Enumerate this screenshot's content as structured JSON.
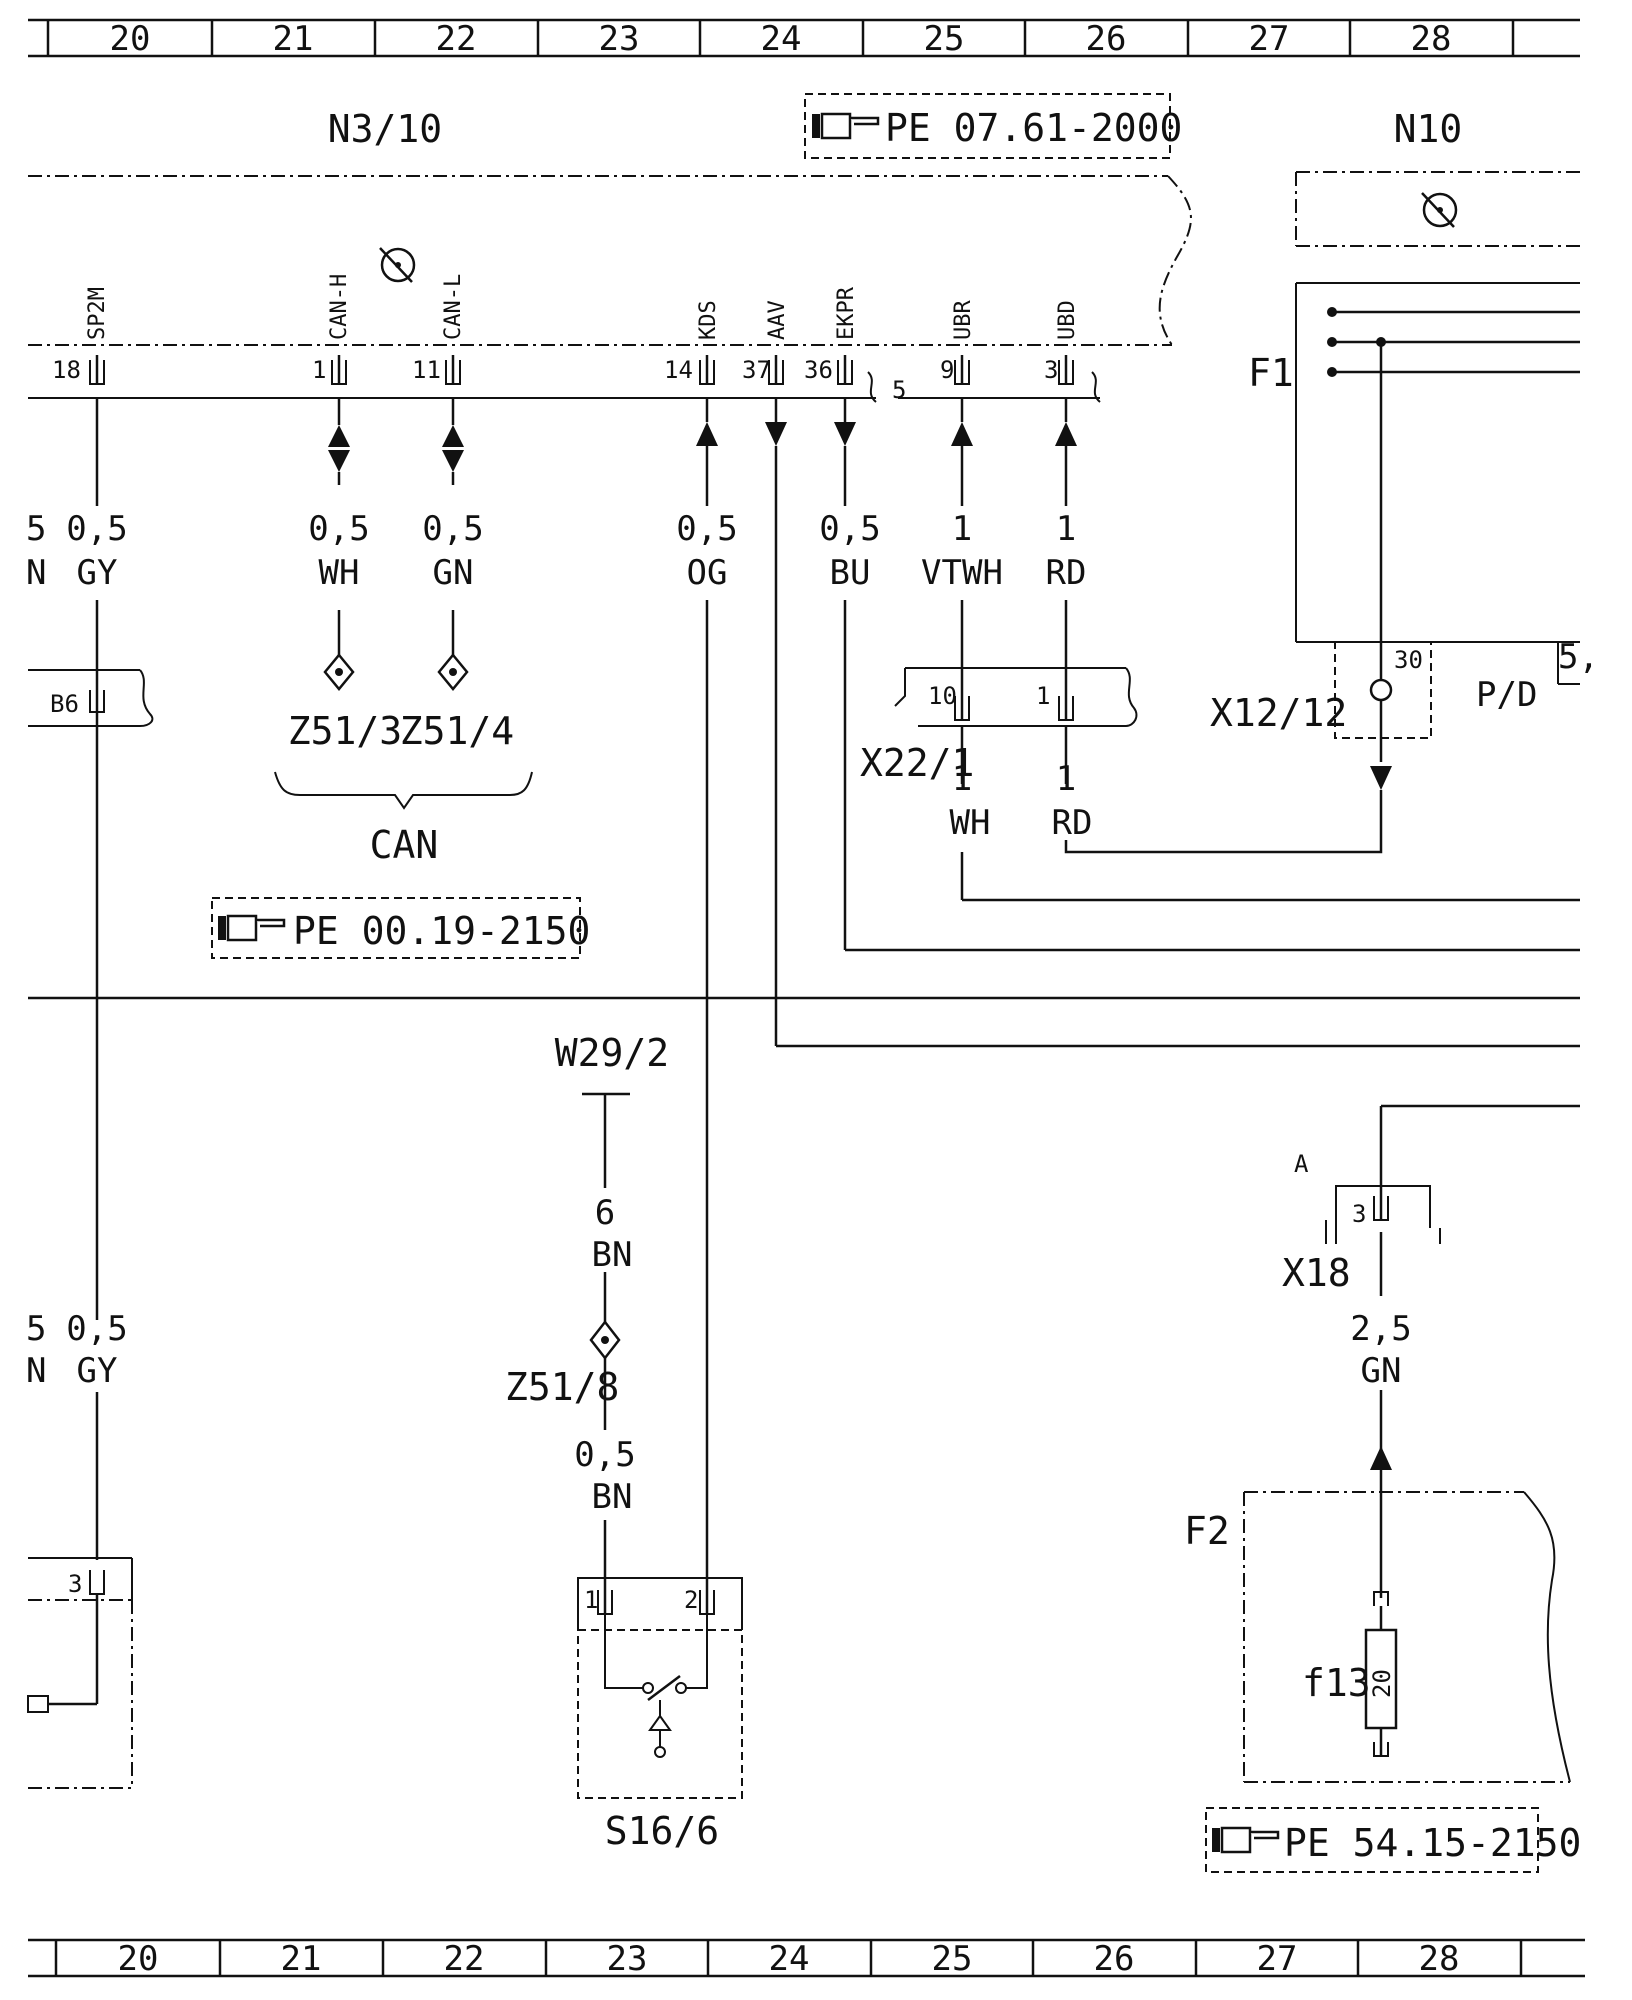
{
  "grid": {
    "columns": [
      "20",
      "21",
      "22",
      "23",
      "24",
      "25",
      "26",
      "27",
      "28"
    ]
  },
  "components": {
    "n3_10": "N3/10",
    "n10": "N10",
    "f1": "F1",
    "f2": "F2",
    "f13": "f13",
    "fuse_rating": "20",
    "s16_6": "S16/6",
    "w29_2": "W29/2",
    "x22_1": "X22/1",
    "x12_12": "X12/12",
    "x18": "X18",
    "x18_label_a": "A",
    "z51_3": "Z51/3",
    "z51_4": "Z51/4",
    "z51_8": "Z51/8",
    "can_group": "CAN",
    "pd": "P/D",
    "pd_pin_partial": "5,",
    "b6": "B6"
  },
  "references": {
    "ref_top": "PE 07.61-2000",
    "ref_can": "PE 00.19-2150",
    "ref_fuse": "PE 54.15-2150"
  },
  "signals": {
    "sp2m": "SP2M",
    "can_h": "CAN-H",
    "can_l": "CAN-L",
    "kds": "KDS",
    "aav": "AAV",
    "ekpr": "EKPR",
    "ubr": "UBR",
    "ubd": "UBD"
  },
  "pins": {
    "p18": "18",
    "p1": "1",
    "p11": "11",
    "p14": "14",
    "p37": "37",
    "p36": "36",
    "p5": "5",
    "p9": "9",
    "p3": "3",
    "x22_p10": "10",
    "x22_p1": "1",
    "x12_p30": "30",
    "x18_p3": "3",
    "s16_p1": "1",
    "s16_p2": "2",
    "left_p3": "3"
  },
  "wires": {
    "sp2m_size": "0,5",
    "sp2m_color": "GY",
    "canh_size": "0,5",
    "canh_color": "WH",
    "canl_size": "0,5",
    "canl_color": "GN",
    "kds_size": "0,5",
    "kds_color": "OG",
    "ekpr_size": "0,5",
    "ekpr_color": "BU",
    "ubr_size": "1",
    "ubr_color": "VTWH",
    "ubd_size": "1",
    "ubd_color": "RD",
    "x22_ubr_size": "1",
    "x22_ubr_color": "WH",
    "x22_ubd_size": "1",
    "x22_ubd_color": "RD",
    "w29_size": "6",
    "w29_color": "BN",
    "z51_8_size": "0,5",
    "z51_8_color": "BN",
    "x18_size": "2,5",
    "x18_color": "GN",
    "lower_gy_size": "0,5",
    "lower_gy_color": "GY",
    "left_edge_top_a": "5",
    "left_edge_top_b": "N",
    "left_edge_bot_a": "5",
    "left_edge_bot_b": "N"
  }
}
